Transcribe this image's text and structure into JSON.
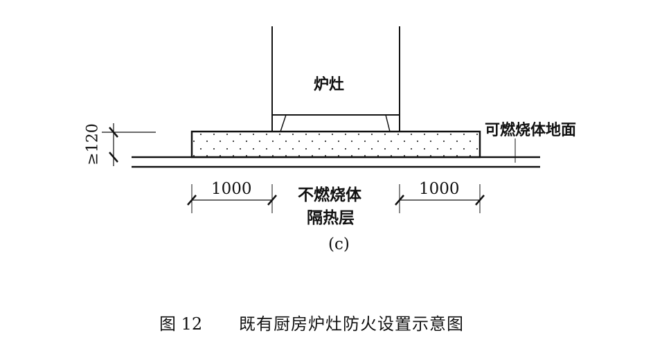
{
  "diagram": {
    "stove_label": "炉灶",
    "combustible_floor_label": "可燃烧体地面",
    "insulation_label_line1": "不燃烧体",
    "insulation_label_line2": "隔热层",
    "thickness_dimension": "≥120",
    "left_dimension": "1000",
    "right_dimension": "1000",
    "subfigure_label": "(c)"
  },
  "caption": {
    "number": "图 12",
    "title": "既有厨房炉灶防火设置示意图"
  }
}
